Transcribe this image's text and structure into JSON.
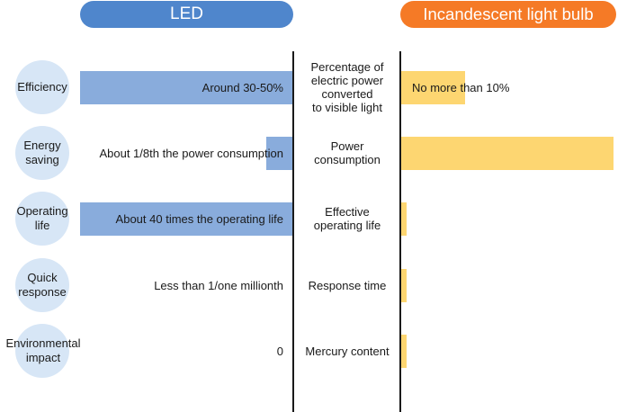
{
  "colors": {
    "led_header": "#4f86cc",
    "incandescent_header": "#f57a26",
    "led_bar": "#89acdc",
    "incandescent_bar": "#fdd671",
    "circle": "#d7e6f6"
  },
  "chart_data": {
    "type": "bar",
    "orientation": "horizontal-diverging",
    "series": [
      {
        "name": "LED",
        "side": "left",
        "values": [
          100,
          12.5,
          100,
          0,
          0
        ]
      },
      {
        "name": "Incandescent light bulb",
        "side": "right",
        "values": [
          30,
          100,
          2.5,
          2.5,
          2.5
        ]
      }
    ],
    "rows": [
      {
        "category": "Efficiency",
        "metric": "Percentage of\nelectric power\nconverted\nto visible light",
        "led_label": "Around 30-50%",
        "inc_label": "No more than 10%"
      },
      {
        "category": "Energy\nsaving",
        "metric": "Power\nconsumption",
        "led_label": "About 1/8th the power consumption",
        "inc_label": ""
      },
      {
        "category": "Operating\nlife",
        "metric": "Effective\noperating life",
        "led_label": "About 40 times the operating life",
        "inc_label": ""
      },
      {
        "category": "Quick\nresponse",
        "metric": "Response time",
        "led_label": "Less than 1/one millionth",
        "inc_label": ""
      },
      {
        "category": "Environmental\nimpact",
        "metric": "Mercury content",
        "led_label": "0",
        "inc_label": ""
      }
    ]
  }
}
